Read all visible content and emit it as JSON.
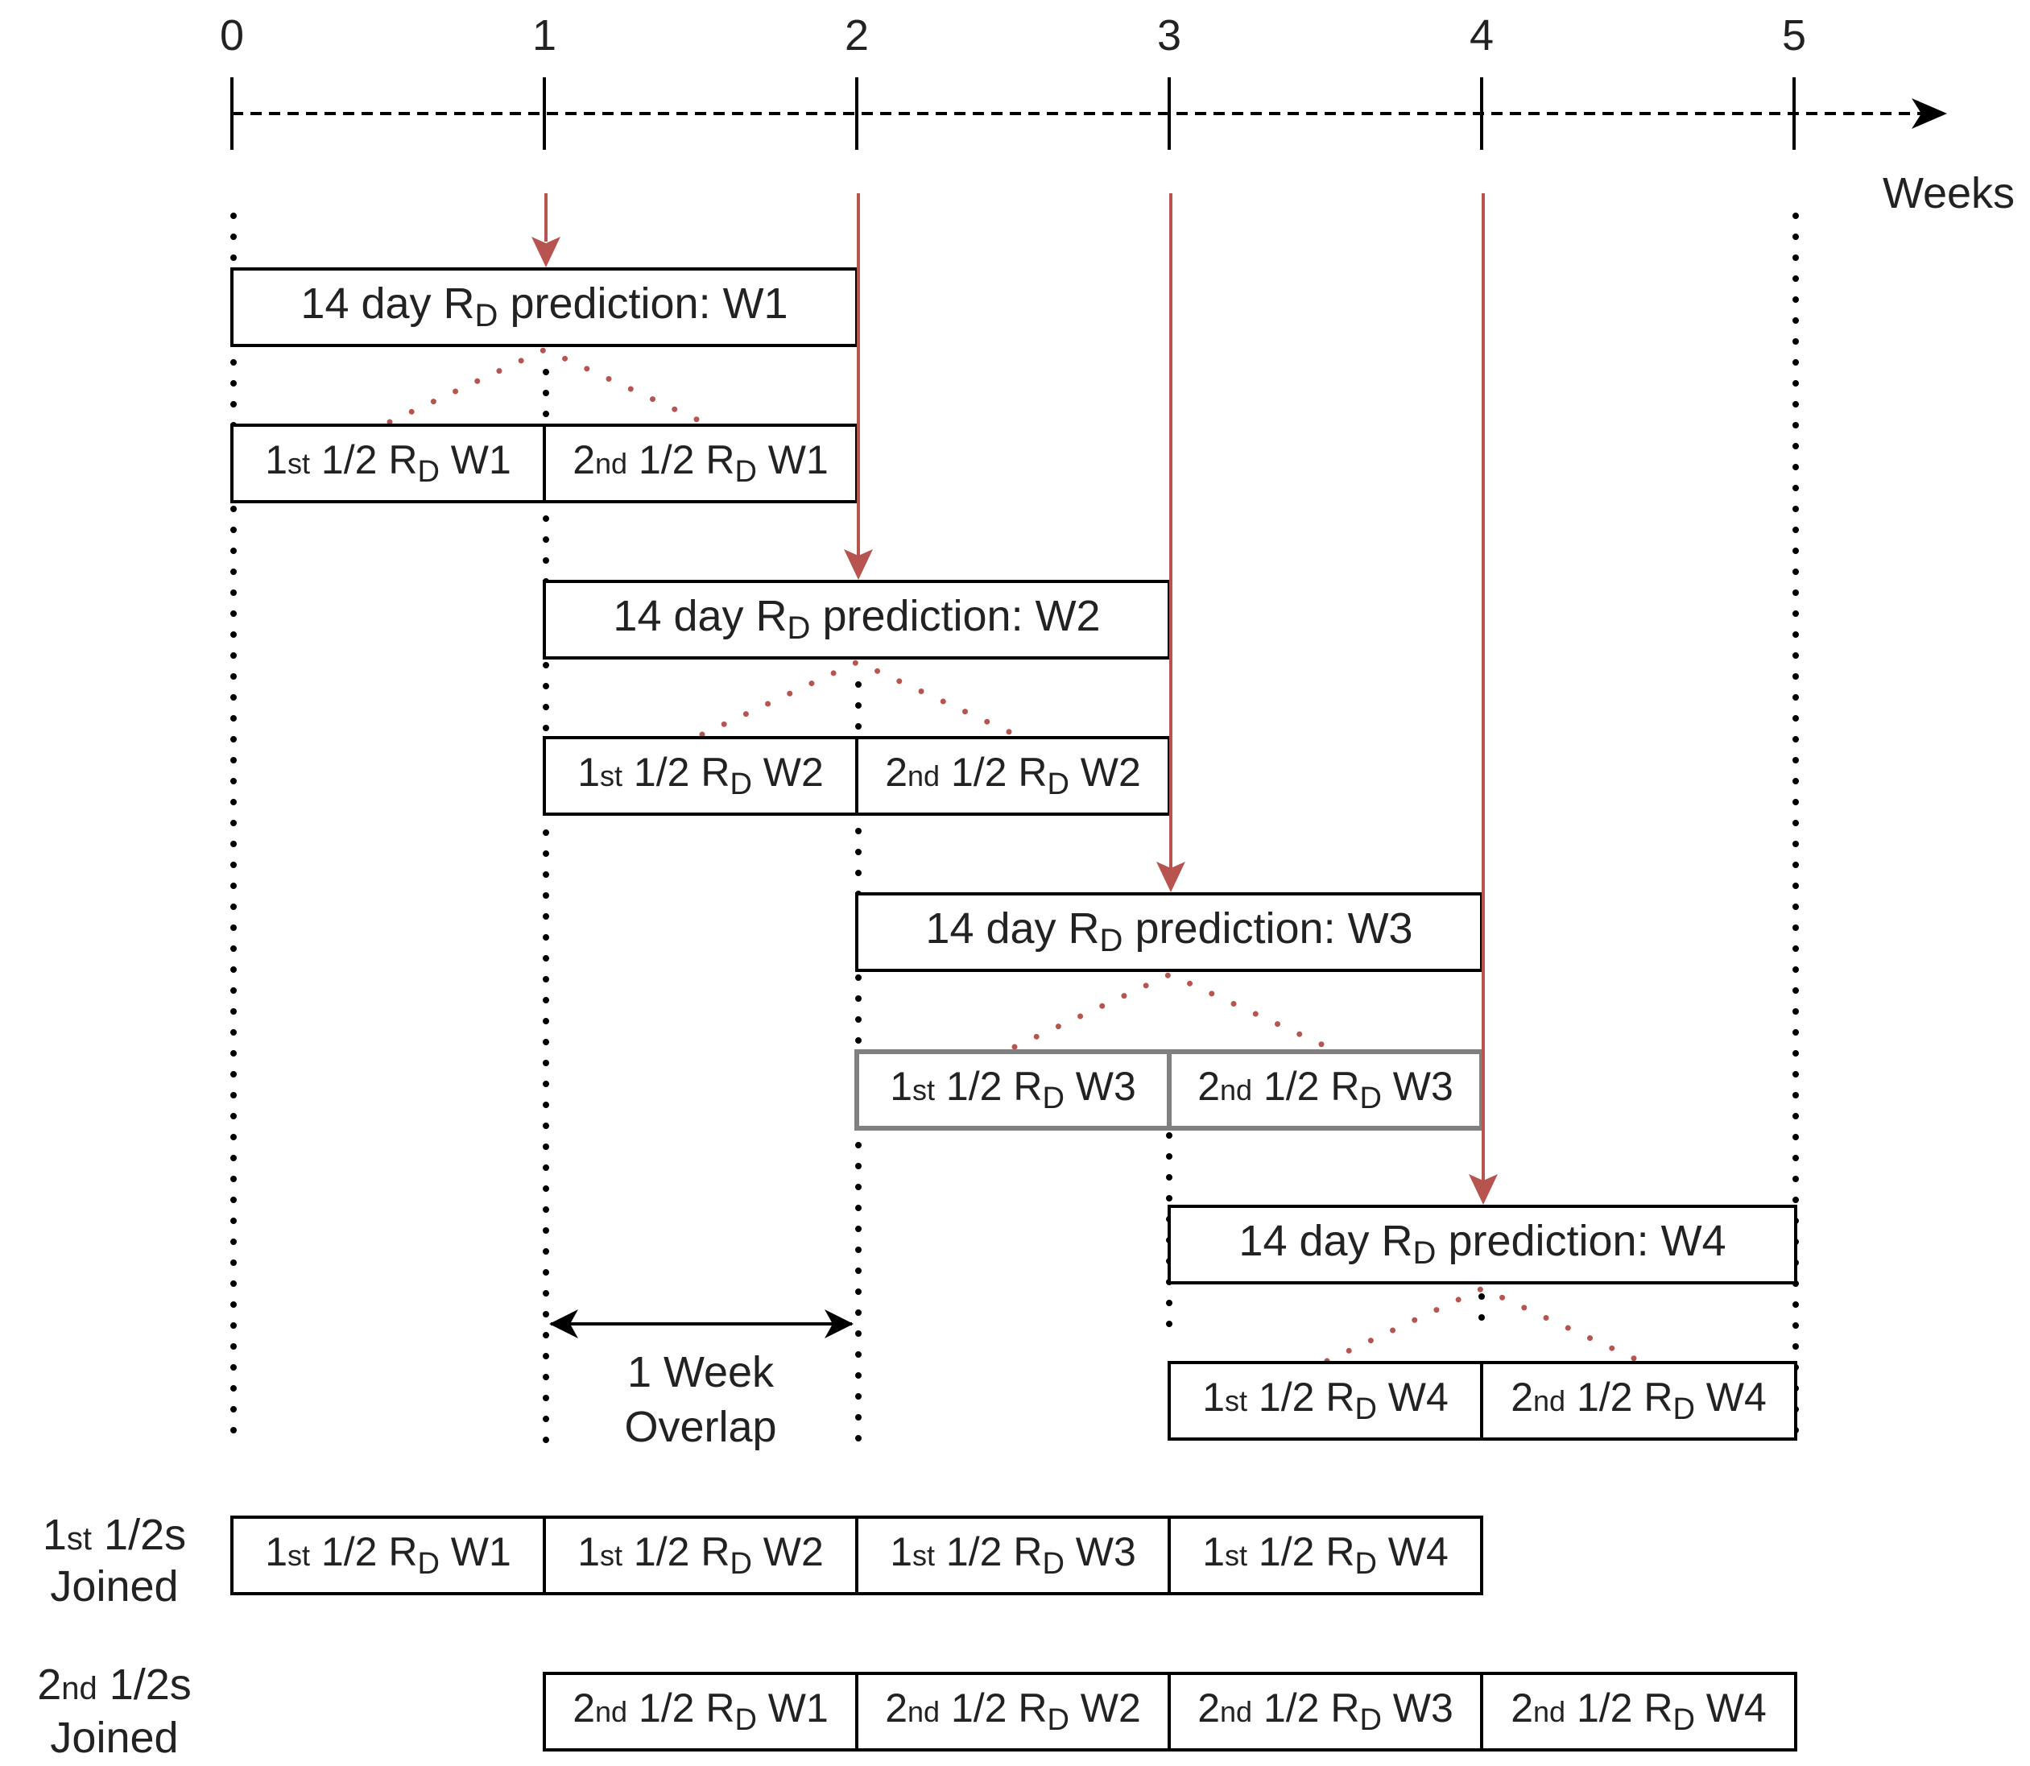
{
  "axis": {
    "ticks": [
      "0",
      "1",
      "2",
      "3",
      "4",
      "5"
    ],
    "unit_label": "Weeks"
  },
  "predictions": [
    {
      "label": {
        "a": "14 day R",
        "sub": "D",
        "b": " prediction: W1"
      },
      "first_half": {
        "ord": "1",
        "ord_suffix": "st",
        "a": " 1/2 R",
        "sub": "D",
        "b": " W1"
      },
      "second_half": {
        "ord": "2",
        "ord_suffix": "nd",
        "a": " 1/2 R",
        "sub": "D",
        "b": " W1"
      }
    },
    {
      "label": {
        "a": "14 day R",
        "sub": "D",
        "b": " prediction: W2"
      },
      "first_half": {
        "ord": "1",
        "ord_suffix": "st",
        "a": " 1/2 R",
        "sub": "D",
        "b": " W2"
      },
      "second_half": {
        "ord": "2",
        "ord_suffix": "nd",
        "a": " 1/2 R",
        "sub": "D",
        "b": " W2"
      }
    },
    {
      "label": {
        "a": "14 day R",
        "sub": "D",
        "b": " prediction: W3"
      },
      "first_half": {
        "ord": "1",
        "ord_suffix": "st",
        "a": " 1/2 R",
        "sub": "D",
        "b": " W3"
      },
      "second_half": {
        "ord": "2",
        "ord_suffix": "nd",
        "a": " 1/2 R",
        "sub": "D",
        "b": " W3"
      }
    },
    {
      "label": {
        "a": "14 day R",
        "sub": "D",
        "b": " prediction: W4"
      },
      "first_half": {
        "ord": "1",
        "ord_suffix": "st",
        "a": " 1/2 R",
        "sub": "D",
        "b": " W4"
      },
      "second_half": {
        "ord": "2",
        "ord_suffix": "nd",
        "a": " 1/2 R",
        "sub": "D",
        "b": " W4"
      }
    }
  ],
  "overlap": {
    "line1": "1 Week",
    "line2": "Overlap"
  },
  "joined_first": {
    "label_line1": {
      "ord": "1",
      "ord_suffix": "st",
      "rest": " 1/2s"
    },
    "label_line2": "Joined",
    "cells": [
      {
        "ord": "1",
        "ord_suffix": "st",
        "a": " 1/2 R",
        "sub": "D",
        "b": " W1"
      },
      {
        "ord": "1",
        "ord_suffix": "st",
        "a": " 1/2 R",
        "sub": "D",
        "b": " W2"
      },
      {
        "ord": "1",
        "ord_suffix": "st",
        "a": " 1/2 R",
        "sub": "D",
        "b": " W3"
      },
      {
        "ord": "1",
        "ord_suffix": "st",
        "a": " 1/2 R",
        "sub": "D",
        "b": " W4"
      }
    ]
  },
  "joined_second": {
    "label_line1": {
      "ord": "2",
      "ord_suffix": "nd",
      "rest": " 1/2s"
    },
    "label_line2": "Joined",
    "cells": [
      {
        "ord": "2",
        "ord_suffix": "nd",
        "a": " 1/2 R",
        "sub": "D",
        "b": " W1"
      },
      {
        "ord": "2",
        "ord_suffix": "nd",
        "a": " 1/2 R",
        "sub": "D",
        "b": " W2"
      },
      {
        "ord": "2",
        "ord_suffix": "nd",
        "a": " 1/2 R",
        "sub": "D",
        "b": " W3"
      },
      {
        "ord": "2",
        "ord_suffix": "nd",
        "a": " 1/2 R",
        "sub": "D",
        "b": " W4"
      }
    ]
  },
  "colors": {
    "ink": "#000000",
    "text": "#222222",
    "arrow_red": "#b85450",
    "box_gray": "#808080"
  }
}
